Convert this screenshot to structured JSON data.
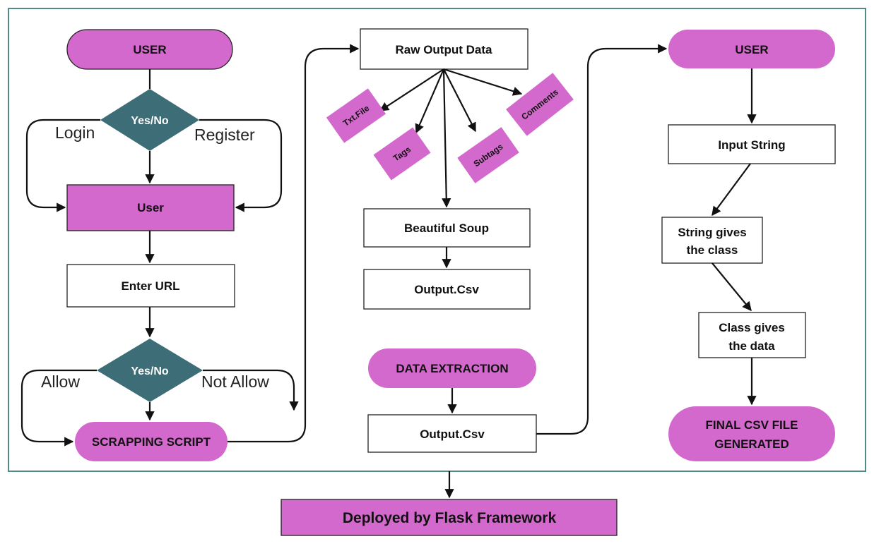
{
  "colors": {
    "pill": "#D369CC",
    "diamond": "#3D6D77",
    "frame": "#4F8B88",
    "box": "#FFFFFF"
  },
  "left": {
    "user_top": "USER",
    "decision1": "Yes/No",
    "login": "Login",
    "register": "Register",
    "user_box": "User",
    "enter_url": "Enter URL",
    "decision2": "Yes/No",
    "allow": "Allow",
    "not_allow": "Not Allow",
    "scrapping_script": "SCRAPPING SCRIPT"
  },
  "middle": {
    "raw_output": "Raw Output Data",
    "txt_file": "Txt.File",
    "tags": "Tags",
    "subtags": "Subtags",
    "comments": "Comments",
    "beautiful_soup": "Beautiful Soup",
    "output_csv_1": "Output.Csv",
    "data_extraction": "DATA EXTRACTION",
    "output_csv_2": "Output.Csv"
  },
  "right": {
    "user": "USER",
    "input_string": "Input String",
    "string_gives_1": "String gives",
    "string_gives_2": "the class",
    "class_gives_1": "Class gives",
    "class_gives_2": "the data",
    "final_1": "FINAL CSV FILE",
    "final_2": "GENERATED"
  },
  "footer": {
    "deployed": "Deployed by Flask Framework"
  }
}
